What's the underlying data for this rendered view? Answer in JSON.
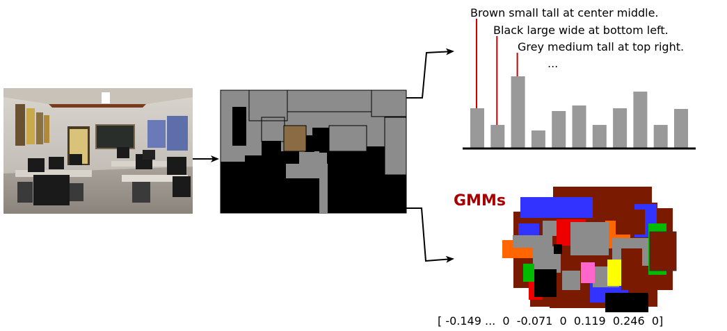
{
  "captions": [
    "Brown small tall at center middle.",
    "Black large wide at bottom left.",
    "Grey medium tall at top right.",
    "..."
  ],
  "bar_chart": {
    "values": [
      58,
      34,
      104,
      26,
      54,
      62,
      34,
      58,
      82,
      34,
      57
    ],
    "annotated_bars": [
      0,
      1,
      2
    ],
    "bar_color": "#999999",
    "line_color": "#cc0000"
  },
  "gmm_label": "GMMs",
  "vector_text": "[ -0.149 ...  0  -0.071  0  0.119  0.246  0]",
  "colors": {
    "gray": "#8c8c8c",
    "black": "#000000",
    "brown": "#7a1a00",
    "blue": "#3333ff",
    "red": "#ee0000",
    "orange": "#ff6600",
    "green": "#00bb00",
    "yellow": "#ffff00",
    "pink": "#ff66cc",
    "object_brown": "#8b6b43"
  }
}
